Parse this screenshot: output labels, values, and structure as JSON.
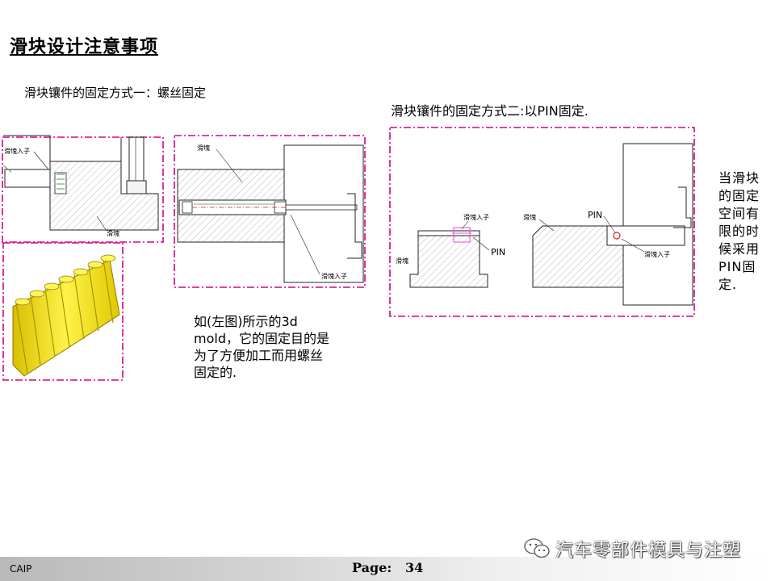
{
  "title": "滑块设计注意事项",
  "method1": {
    "heading": "滑块镶件的固定方式一：螺丝固定"
  },
  "method2": {
    "heading": "滑块镶件的固定方式二:以PIN固定."
  },
  "note_3d": {
    "lines": [
      "如(左图)所示的3d",
      "mold，它的固定目的是",
      "为了方便加工而用螺丝",
      "固定的."
    ]
  },
  "note_pin": {
    "lines": [
      "当滑块",
      "的固定",
      "空间有",
      "限的时",
      "候采用",
      "PIN固",
      "定."
    ]
  },
  "drawing_labels": {
    "insert": "滑塊入子",
    "slider": "滑塊",
    "pin": "PIN"
  },
  "footer": {
    "brand": "CAIP",
    "page_label": "Page:",
    "page_number": "34"
  },
  "watermark": {
    "text": "汽车零部件模具与注塑",
    "icon": "wechat-icon"
  },
  "colors": {
    "dash_frame": "#d6008a",
    "pin_part": "#e84cd0",
    "yellow_part": "#f2d800",
    "footer_gray": "#b9b9b9"
  }
}
